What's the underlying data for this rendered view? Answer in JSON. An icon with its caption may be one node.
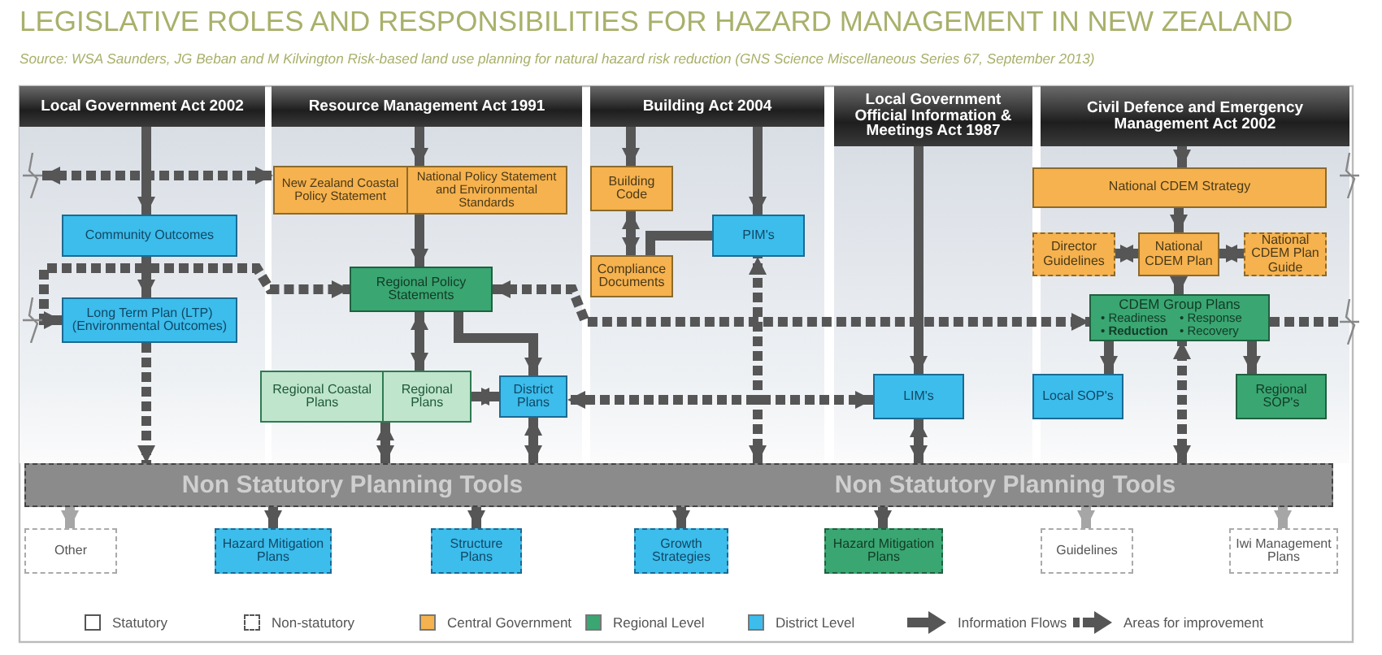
{
  "diagram": {
    "title": "LEGISLATIVE ROLES AND RESPONSIBILITIES FOR HAZARD MANAGEMENT IN NEW ZEALAND",
    "caption": "Source: WSA Saunders, JG Beban and M Kilvington Risk-based land use planning for natural hazard risk reduction (GNS Science Miscellaneous Series 67, September 2013)",
    "nodes": [
      {
        "text": [
          "Local Government Act 2002"
        ]
      },
      {
        "text": [
          "Resource Management Act 1991"
        ]
      },
      {
        "text": [
          "Building Act 2004"
        ]
      },
      {
        "text": [
          "Local Government Official Information & Meetings Act 1987"
        ]
      },
      {
        "text": [
          "Civil Defence and Emergency Management Act 2002"
        ]
      },
      {
        "text": [
          "Community Outcomes"
        ]
      },
      {
        "text": [
          "Long Term Plan (LTP) (Environmental Outcomes)"
        ]
      },
      {
        "text": [
          "New Zealand Coastal Policy Statement",
          "National Policy Statement and Environmental Standards"
        ]
      },
      {
        "text": [
          "Regional Policy Statements"
        ]
      },
      {
        "text": [
          "Regional Coastal Plans",
          "Regional Plans"
        ]
      },
      {
        "text": [
          "District Plans"
        ]
      },
      {
        "text": [
          "Building Code"
        ]
      },
      {
        "text": [
          "Compliance Documents"
        ]
      },
      {
        "text": [
          "PIM's"
        ]
      },
      {
        "text": [
          "LIM's"
        ]
      },
      {
        "text": [
          "National CDEM Strategy"
        ]
      },
      {
        "text": [
          "Director Guidelines"
        ]
      },
      {
        "text": [
          "National CDEM Plan"
        ]
      },
      {
        "text": [
          "National CDEM Plan Guide"
        ]
      },
      {
        "text": [
          "CDEM Group Plans",
          "• Readiness",
          "• Response",
          "• Reduction",
          "• Recovery"
        ]
      },
      {
        "text": [
          "Local SOP's"
        ]
      },
      {
        "text": [
          "Regional SOP's"
        ]
      },
      {
        "text": [
          "Non Statutory Planning Tools",
          "Non Statutory Planning Tools"
        ]
      },
      {
        "text": [
          "Other"
        ]
      },
      {
        "text": [
          "Hazard Mitigation Plans"
        ]
      },
      {
        "text": [
          "Structure Plans"
        ]
      },
      {
        "text": [
          "Growth Strategies"
        ]
      },
      {
        "text": [
          "Hazard Mitigation Plans"
        ]
      },
      {
        "text": [
          "Guidelines"
        ]
      },
      {
        "text": [
          "Iwi Management Plans"
        ]
      },
      {
        "text": [],
        "shape": "zigzag"
      },
      {
        "text": [],
        "shape": "zigzag"
      },
      {
        "text": [],
        "shape": "zigzag"
      },
      {
        "text": [],
        "shape": "zigzag"
      }
    ],
    "edges": [
      {
        "from": 0,
        "to": 5,
        "arrow": "to"
      },
      {
        "from": 5,
        "to": 6,
        "arrow": "to"
      },
      {
        "from": 30,
        "to": 7,
        "arrow": "both",
        "style": "dashed"
      },
      {
        "from": 1,
        "to": 7,
        "arrow": "to"
      },
      {
        "from": 7,
        "to": 8,
        "arrow": "to"
      },
      {
        "from": 6,
        "to": 8,
        "arrow": "both",
        "style": "dashed"
      },
      {
        "from": 8,
        "to": 19,
        "arrow": "both",
        "style": "dashed"
      },
      {
        "from": 11,
        "to": 12,
        "arrow": "both"
      },
      {
        "from": 13,
        "to": 12,
        "arrow": "none"
      },
      {
        "from": 2,
        "to": 11,
        "arrow": "to"
      },
      {
        "from": 2,
        "to": 13,
        "arrow": "to"
      },
      {
        "from": 8,
        "to": 9,
        "arrow": "both"
      },
      {
        "from": 8,
        "to": 10,
        "arrow": "to"
      },
      {
        "from": 9,
        "to": 10,
        "arrow": "both"
      },
      {
        "from": 14,
        "to": 10,
        "arrow": "both",
        "style": "dashed"
      },
      {
        "from": 22,
        "to": 13,
        "arrow": "both",
        "style": "dashed"
      },
      {
        "from": 3,
        "to": 14,
        "arrow": "to"
      },
      {
        "from": 14,
        "to": 22,
        "arrow": "both"
      },
      {
        "from": 4,
        "to": 15,
        "arrow": "to"
      },
      {
        "from": 15,
        "to": 17,
        "arrow": "to"
      },
      {
        "from": 17,
        "to": 16,
        "arrow": "both"
      },
      {
        "from": 17,
        "to": 18,
        "arrow": "both"
      },
      {
        "from": 17,
        "to": 19,
        "arrow": "to"
      },
      {
        "from": 19,
        "to": 20,
        "arrow": "to"
      },
      {
        "from": 19,
        "to": 21,
        "arrow": "to"
      },
      {
        "from": 22,
        "to": 19,
        "arrow": "both",
        "style": "dashed"
      },
      {
        "from": 19,
        "to": 33,
        "arrow": "none",
        "style": "dashed"
      },
      {
        "from": 6,
        "to": 22,
        "arrow": "to",
        "style": "dashed"
      },
      {
        "from": 9,
        "to": 22,
        "arrow": "both"
      },
      {
        "from": 10,
        "to": 22,
        "arrow": "both"
      },
      {
        "from": 22,
        "to": 23,
        "arrow": "to",
        "color": "#a6a6a6"
      },
      {
        "from": 22,
        "to": 24,
        "arrow": "to"
      },
      {
        "from": 22,
        "to": 25,
        "arrow": "to"
      },
      {
        "from": 22,
        "to": 26,
        "arrow": "to"
      },
      {
        "from": 22,
        "to": 27,
        "arrow": "to"
      },
      {
        "from": 22,
        "to": 28,
        "arrow": "to",
        "color": "#a6a6a6"
      },
      {
        "from": 22,
        "to": 29,
        "arrow": "to",
        "color": "#a6a6a6"
      }
    ],
    "legend": [
      {
        "text": "Statutory"
      },
      {
        "text": "Non-statutory"
      },
      {
        "text": "Central Government",
        "color": "#f6b24e"
      },
      {
        "text": "Regional Level",
        "color": "#3aa672"
      },
      {
        "text": "District Level",
        "color": "#3cbdec"
      },
      {
        "text": "Information Flows"
      },
      {
        "text": "Areas for improvement"
      }
    ]
  }
}
